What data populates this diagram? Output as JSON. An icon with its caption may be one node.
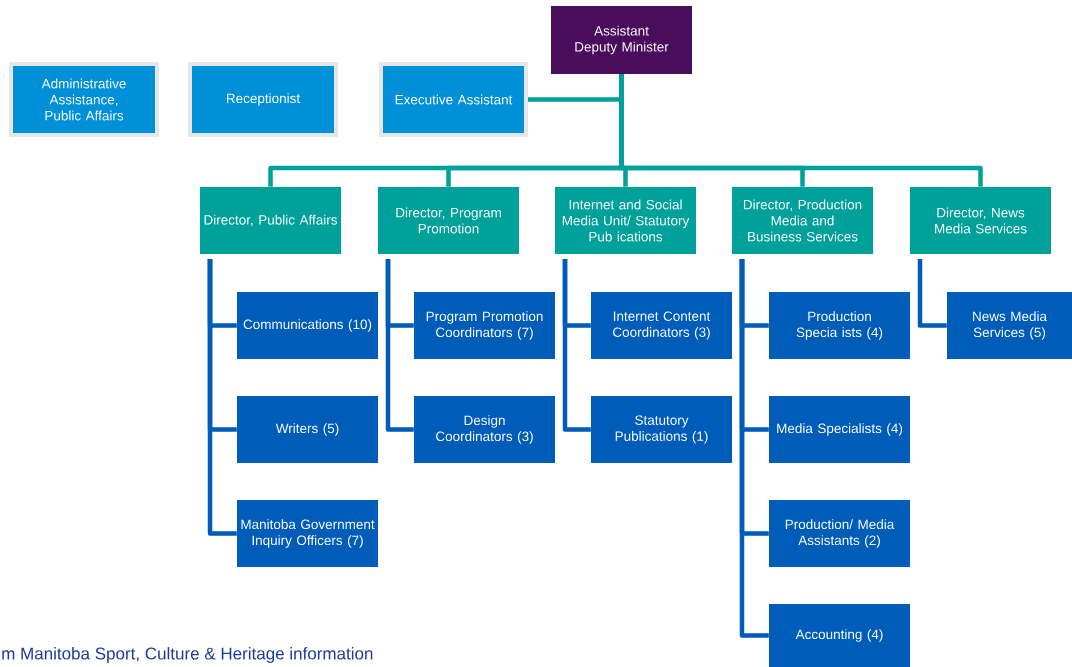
{
  "diagram": {
    "nodes": [
      {
        "text": [
          "Assistant Deputy Minister"
        ]
      },
      {
        "text": [
          "Administrative Assistance, Public Affairs"
        ]
      },
      {
        "text": [
          "Receptionist"
        ]
      },
      {
        "text": [
          "Executive Assistant"
        ]
      },
      {
        "text": [
          "Director, Public Affairs"
        ]
      },
      {
        "text": [
          "Director, Program Promotion"
        ]
      },
      {
        "text": [
          "Internet and Social Media Unit/ Statutory Pub ications"
        ]
      },
      {
        "text": [
          "Director, Production Media and Business Services"
        ]
      },
      {
        "text": [
          "Director, News Media Services"
        ]
      },
      {
        "text": [
          "Communications (10)"
        ]
      },
      {
        "text": [
          "Writers (5)"
        ]
      },
      {
        "text": [
          "Manitoba Government Inquiry Officers (7)"
        ]
      },
      {
        "text": [
          "Program Promotion Coordinators (7)"
        ]
      },
      {
        "text": [
          "Design Coordinators (3)"
        ]
      },
      {
        "text": [
          "Internet Content Coordinators (3)"
        ]
      },
      {
        "text": [
          "Statutory Publications (1)"
        ]
      },
      {
        "text": [
          "Production Specia ists (4)"
        ]
      },
      {
        "text": [
          "Media Specialists (4)"
        ]
      },
      {
        "text": [
          "Production/ Media Assistants (2)"
        ]
      },
      {
        "text": [
          "Accounting (4)"
        ]
      },
      {
        "text": [
          "News Media Services (5)"
        ]
      }
    ],
    "edges": [
      {
        "from": 0,
        "to": 3,
        "arrow": "none",
        "color": "#00a19a"
      },
      {
        "from": 0,
        "to": 4,
        "arrow": "none",
        "color": "#00a19a"
      },
      {
        "from": 0,
        "to": 5,
        "arrow": "none",
        "color": "#00a19a"
      },
      {
        "from": 0,
        "to": 6,
        "arrow": "none",
        "color": "#00a19a"
      },
      {
        "from": 0,
        "to": 7,
        "arrow": "none",
        "color": "#00a19a"
      },
      {
        "from": 0,
        "to": 8,
        "arrow": "none",
        "color": "#00a19a"
      },
      {
        "from": 4,
        "to": 9,
        "arrow": "none"
      },
      {
        "from": 4,
        "to": 10,
        "arrow": "none"
      },
      {
        "from": 4,
        "to": 11,
        "arrow": "none"
      },
      {
        "from": 5,
        "to": 12,
        "arrow": "none"
      },
      {
        "from": 5,
        "to": 13,
        "arrow": "none"
      },
      {
        "from": 6,
        "to": 14,
        "arrow": "none"
      },
      {
        "from": 6,
        "to": 15,
        "arrow": "none"
      },
      {
        "from": 7,
        "to": 16,
        "arrow": "none"
      },
      {
        "from": 7,
        "to": 17,
        "arrow": "none"
      },
      {
        "from": 7,
        "to": 18,
        "arrow": "none"
      },
      {
        "from": 7,
        "to": 19,
        "arrow": "none"
      },
      {
        "from": 8,
        "to": 20,
        "arrow": "none"
      }
    ],
    "labels": [
      "m Manitoba Sport, Culture & Heritage information"
    ]
  }
}
